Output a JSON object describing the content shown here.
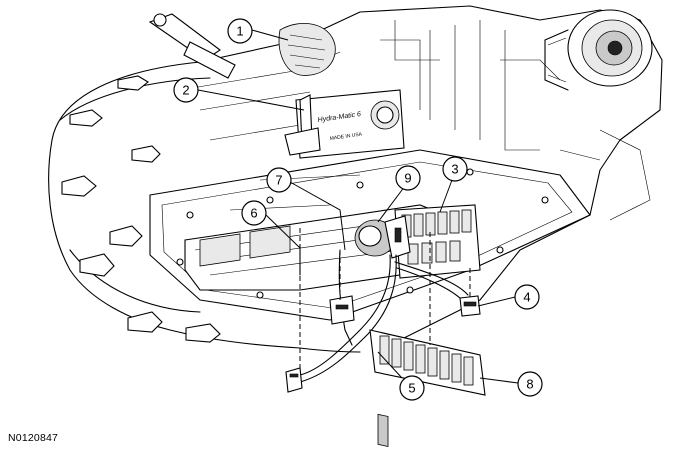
{
  "figure": {
    "code": "N0120847",
    "callouts": [
      "1",
      "2",
      "3",
      "4",
      "5",
      "6",
      "7",
      "8",
      "9"
    ],
    "housing_text": [
      "Hydra-Matic 6",
      "MADE IN USA"
    ]
  }
}
